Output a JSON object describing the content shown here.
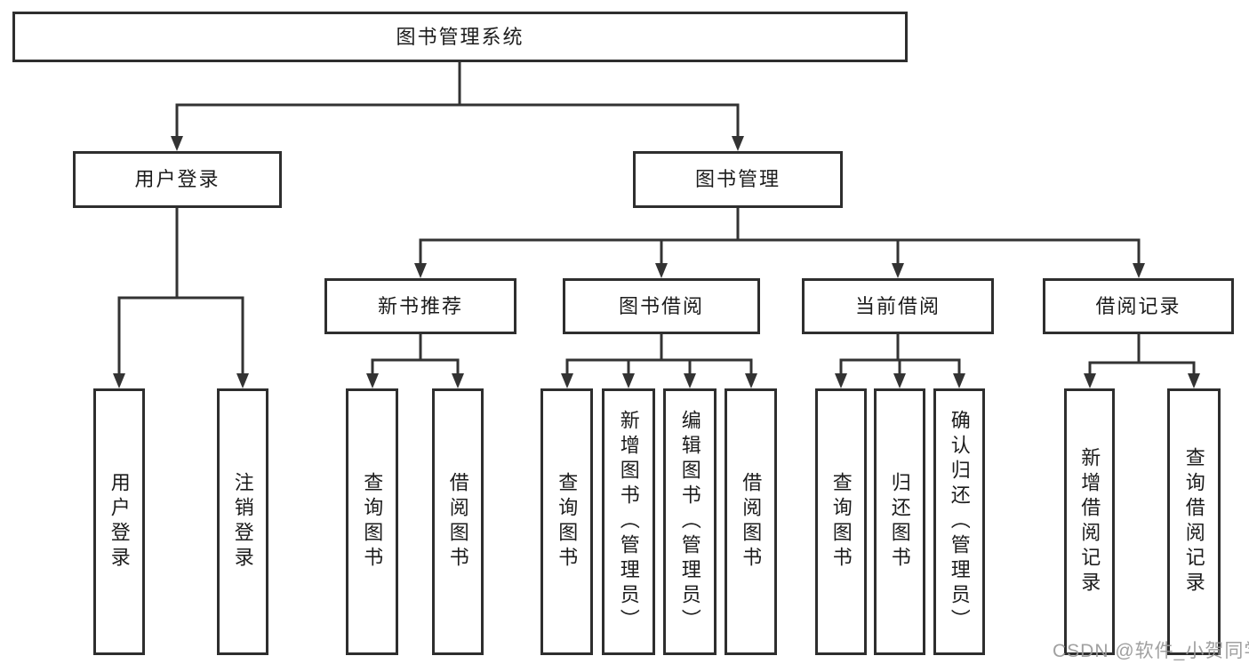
{
  "diagram": {
    "title": "图书管理系统",
    "branches": {
      "user_login": {
        "label": "用户登录",
        "children": [
          "用户登录",
          "注销登录"
        ]
      },
      "book_mgmt": {
        "label": "图书管理",
        "groups": [
          {
            "label": "新书推荐",
            "children": [
              "查询图书",
              "借阅图书"
            ]
          },
          {
            "label": "图书借阅",
            "children": [
              "查询图书",
              "新增图书（管理员）",
              "编辑图书（管理员）",
              "借阅图书"
            ]
          },
          {
            "label": "当前借阅",
            "children": [
              "查询图书",
              "归还图书",
              "确认归还（管理员）"
            ]
          },
          {
            "label": "借阅记录",
            "children": [
              "新增借阅记录",
              "查询借阅记录"
            ]
          }
        ]
      }
    },
    "watermark": "CSDN @软件_小贺同学",
    "colors": {
      "line": "#333333",
      "box_border": "#2e2e2e",
      "text": "#1c1c1c",
      "watermark": "#989898",
      "background": "#ffffff"
    }
  }
}
